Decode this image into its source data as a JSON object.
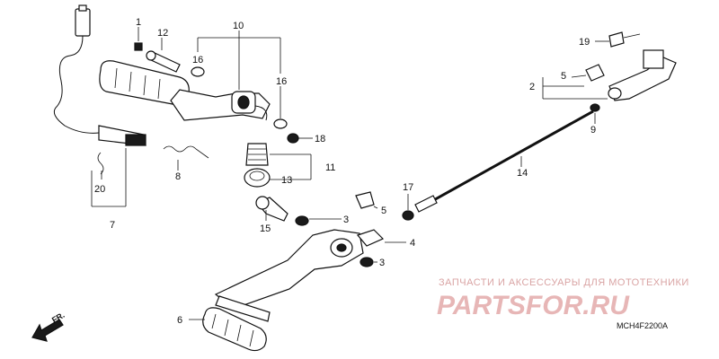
{
  "diagram": {
    "callouts": [
      "1",
      "12",
      "10",
      "16",
      "16",
      "18",
      "8",
      "13",
      "11",
      "17",
      "5",
      "3",
      "4",
      "3",
      "15",
      "6",
      "7",
      "20",
      "2",
      "5",
      "19",
      "9",
      "14"
    ],
    "watermark_top": "ЗАПЧАСТИ И АКСЕССУАРЫ ДЛЯ МОТОТЕХНИКИ",
    "watermark_logo": "PARTSFOR.RU",
    "figure_code": "MCH4F2200A",
    "direction_label": "FR."
  },
  "colors": {
    "line": "#111111",
    "watermark": "#e7b6b6"
  }
}
